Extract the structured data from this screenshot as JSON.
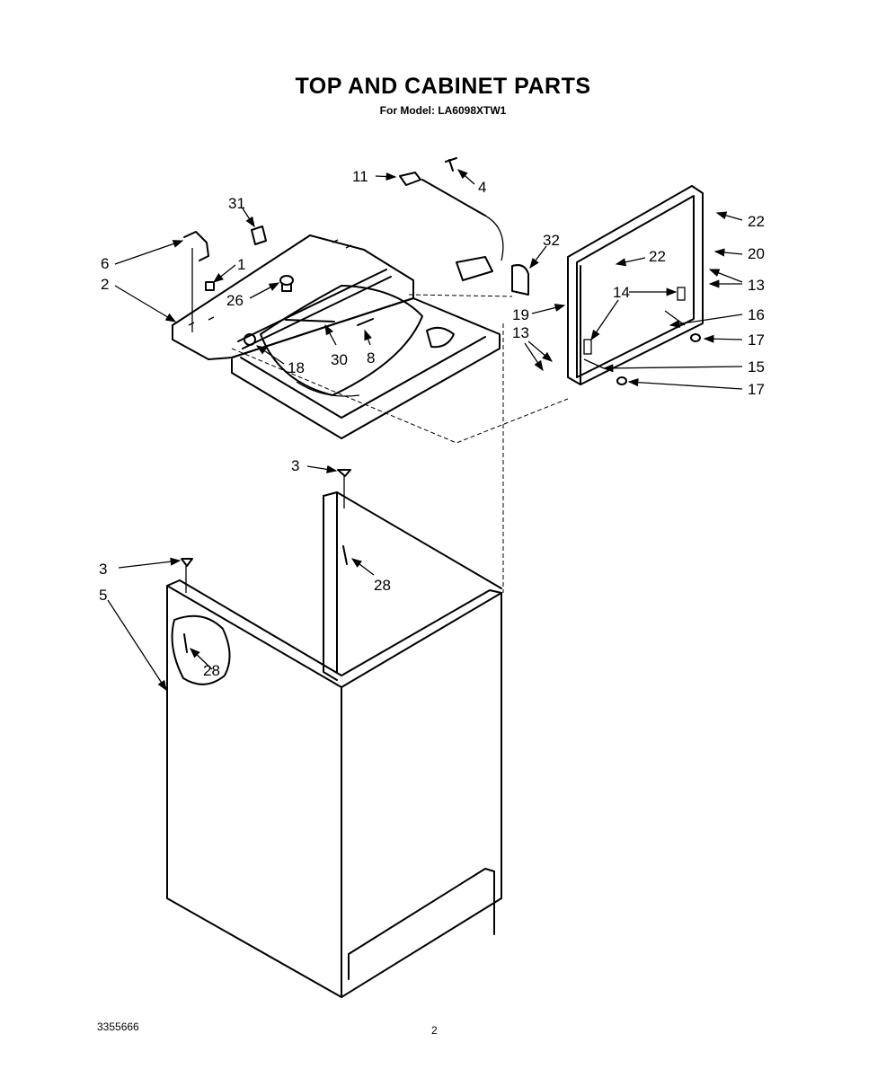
{
  "header": {
    "title": "TOP AND CABINET PARTS",
    "subtitle": "For Model: LA6098XTW1"
  },
  "callouts": {
    "c11": "11",
    "c4": "4",
    "c31": "31",
    "c32": "32",
    "c22a": "22",
    "c22b": "22",
    "c20": "20",
    "c6": "6",
    "c1": "1",
    "c2": "2",
    "c26": "26",
    "c14": "14",
    "c13a": "13",
    "c13b": "13",
    "c19": "19",
    "c16": "16",
    "c17a": "17",
    "c17b": "17",
    "c15": "15",
    "c18": "18",
    "c30": "30",
    "c8": "8",
    "c3a": "3",
    "c3b": "3",
    "c28a": "28",
    "c28b": "28",
    "c5": "5"
  },
  "footer": {
    "doc_number": "3355666",
    "page_number": "2"
  }
}
